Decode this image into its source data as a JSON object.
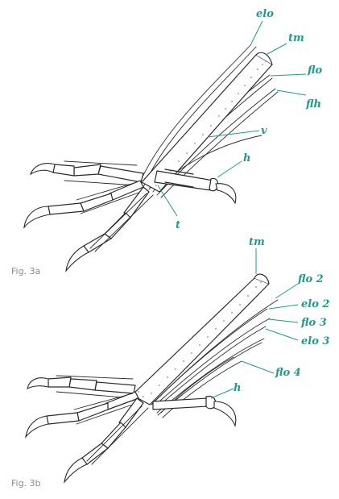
{
  "figures": [
    {
      "caption": "Fig. 3a",
      "labels": {
        "elo": "elo",
        "tm": "tm",
        "flo": "flo",
        "flh": "flh",
        "v": "v",
        "h": "h",
        "t": "t"
      }
    },
    {
      "caption": "Fig. 3b",
      "labels": {
        "tm": "tm",
        "flo2": "flo 2",
        "elo2": "elo 2",
        "flo3": "flo 3",
        "elo3": "elo 3",
        "flo4": "flo 4",
        "h": "h"
      }
    }
  ],
  "colors": {
    "label": "#1f9a8e",
    "ink": "#2a2a2a",
    "caption": "#8a8a8a"
  }
}
